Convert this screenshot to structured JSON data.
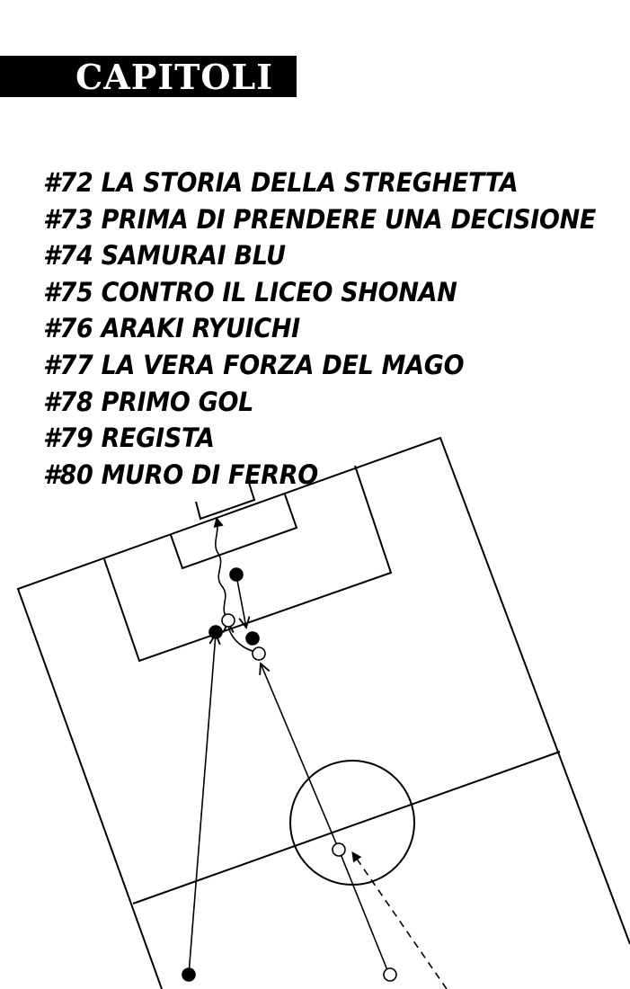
{
  "header": {
    "title": "CAPITOLI"
  },
  "chapters": [
    "#72 LA STORIA DELLA STREGHETTA",
    "#73 PRIMA DI PRENDERE UNA DECISIONE",
    "#74 SAMURAI BLU",
    "#75 CONTRO IL LICEO SHONAN",
    "#76 ARAKI RYUICHI",
    "#77 LA VERA FORZA DEL MAGO",
    "#78 PRIMO GOL",
    "#79 REGISTA",
    "#80 MURO DI FERRO"
  ],
  "colors": {
    "ink": "#000000",
    "paper": "#ffffff"
  }
}
